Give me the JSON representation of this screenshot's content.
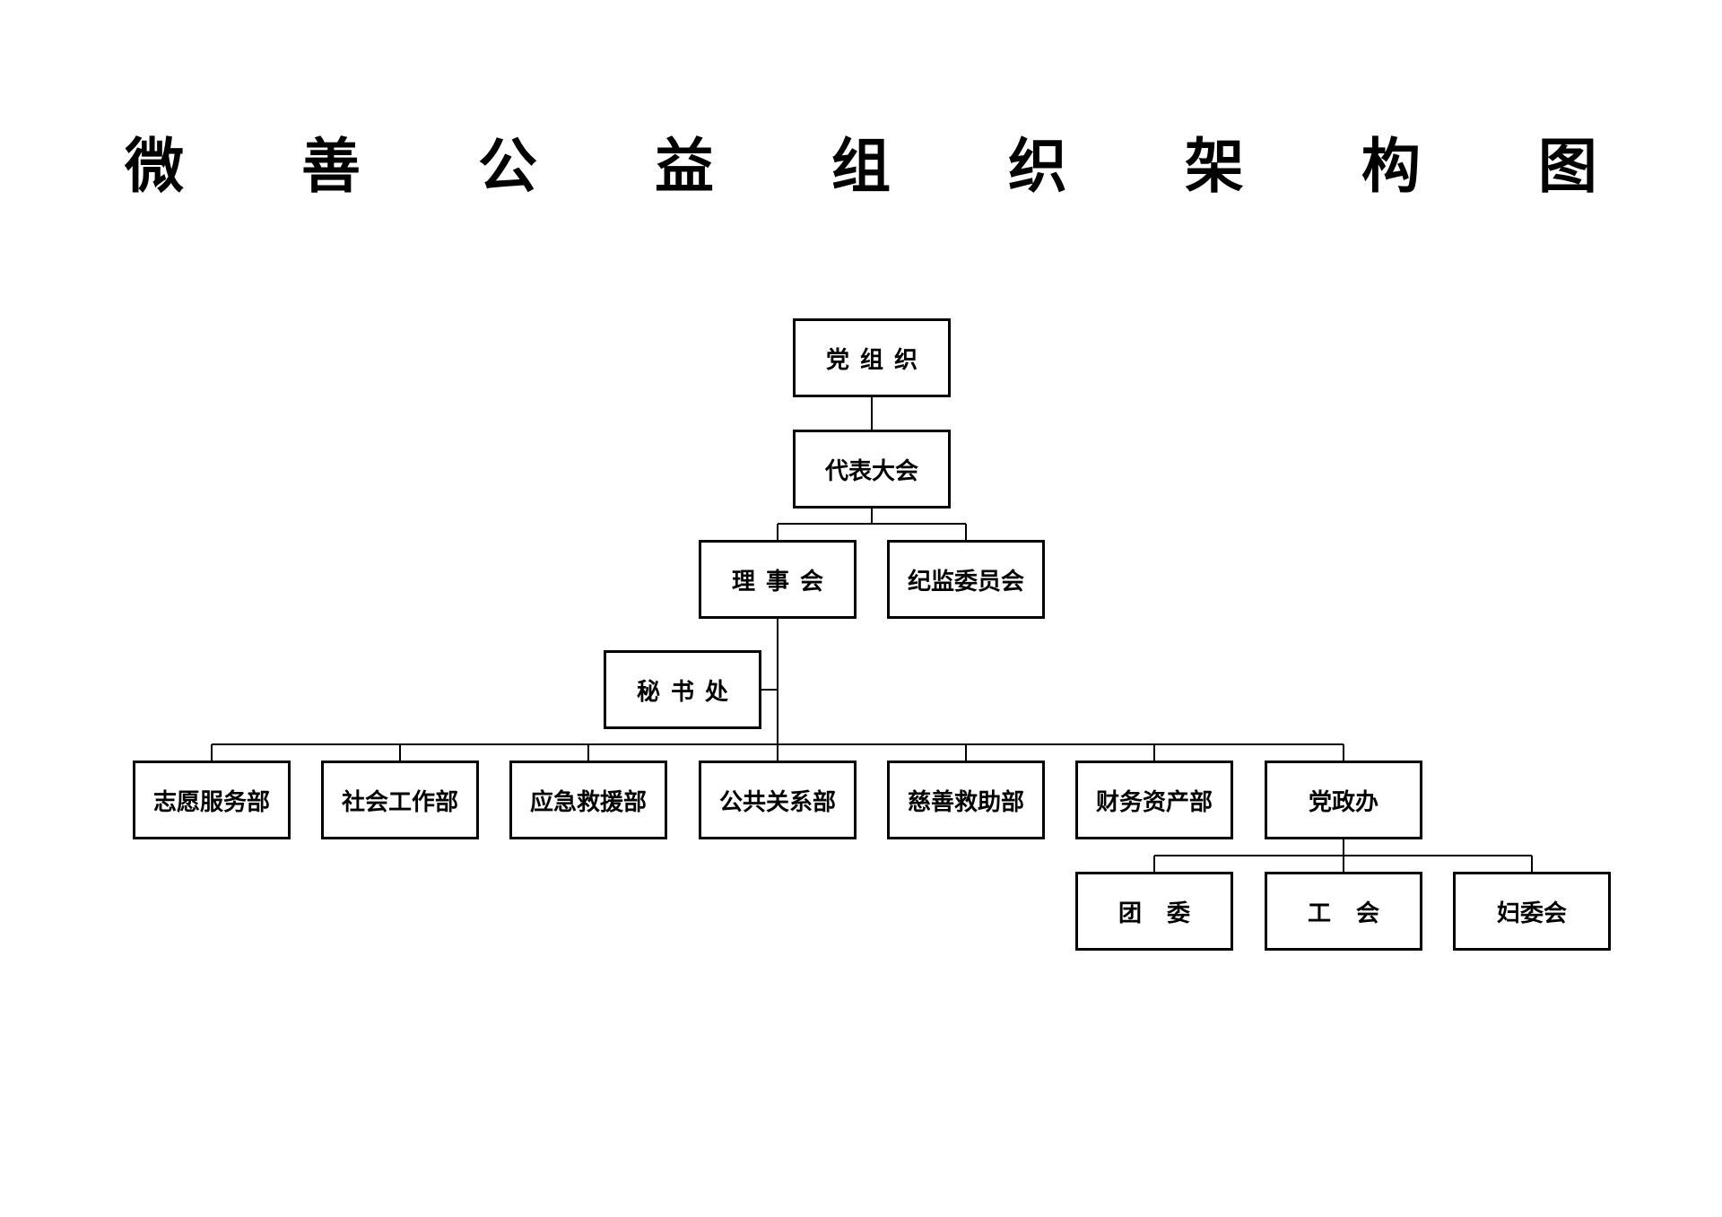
{
  "title": "微 善 公 益 组 织 架 构 图",
  "nodes": {
    "party_org": "党组织",
    "congress": "代表大会",
    "council": "理事会",
    "discipline": "纪监委员会",
    "secretariat": "秘书处",
    "volunteer": "志愿服务部",
    "social_work": "社会工作部",
    "emergency": "应急救援部",
    "public_relations": "公共关系部",
    "charity_aid": "慈善救助部",
    "finance": "财务资产部",
    "party_office": "党政办",
    "youth_league": "团委",
    "union": "工会",
    "women": "妇委会"
  }
}
